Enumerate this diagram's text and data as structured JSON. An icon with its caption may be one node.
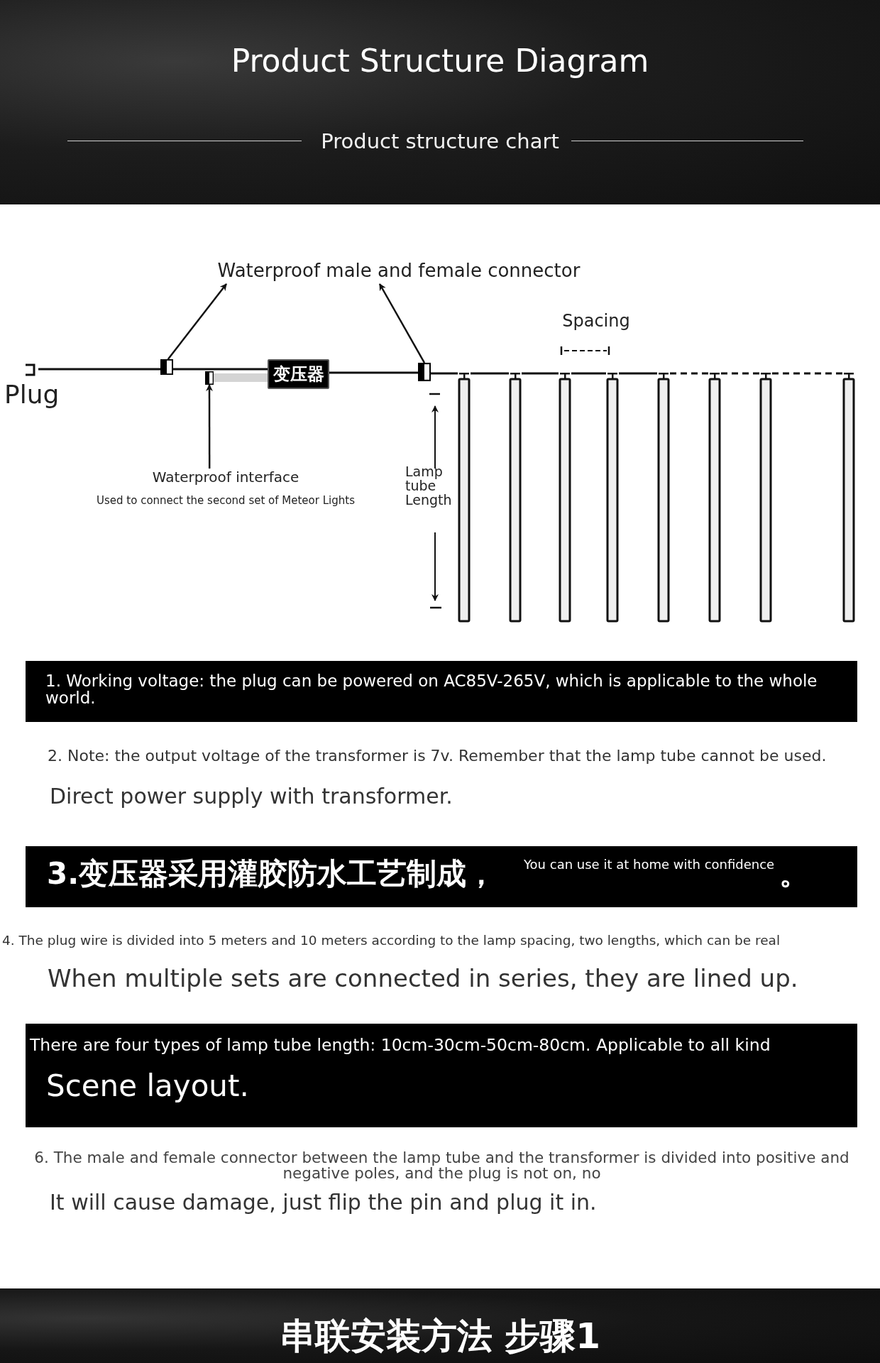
{
  "diagram": {
    "title": "Product Structure Diagram",
    "nodes": [
      {
        "text": [
          "Waterproof male and female connector"
        ]
      },
      {
        "text": [],
        "shape": "box"
      },
      {
        "text": [],
        "shape": "box"
      },
      {
        "text": [
          "变压器"
        ]
      },
      {
        "text": [],
        "shape": "box"
      },
      {
        "text": [
          "Waterproof interface",
          "Used to connect the second set of Meteor Lights"
        ]
      },
      {
        "text": [
          "Plug"
        ]
      },
      {
        "text": [],
        "shape": "bar"
      },
      {
        "text": [],
        "shape": "bar"
      },
      {
        "text": [],
        "shape": "bar"
      },
      {
        "text": [],
        "shape": "bar"
      },
      {
        "text": [],
        "shape": "bar"
      },
      {
        "text": [],
        "shape": "bar"
      },
      {
        "text": [],
        "shape": "bar"
      },
      {
        "text": [],
        "shape": "bar"
      }
    ],
    "edges": [
      {
        "from": 1,
        "to": 0,
        "arrow": "to"
      },
      {
        "from": 2,
        "to": 0,
        "arrow": "to"
      },
      {
        "from": 5,
        "to": 4,
        "arrow": "to"
      },
      {
        "from": 6,
        "to": 1,
        "arrow": "none"
      },
      {
        "from": 1,
        "to": 3,
        "arrow": "none"
      },
      {
        "from": 4,
        "to": 3,
        "arrow": "none",
        "style": "thick",
        "color": "#d4d4d4"
      },
      {
        "from": 3,
        "to": 2,
        "arrow": "none"
      },
      {
        "from": 2,
        "to": 7,
        "arrow": "none"
      },
      {
        "from": 7,
        "to": 8,
        "arrow": "none"
      },
      {
        "from": 8,
        "to": 9,
        "arrow": "none"
      },
      {
        "from": 9,
        "to": 10,
        "arrow": "none"
      },
      {
        "from": 10,
        "to": 11,
        "arrow": "none"
      },
      {
        "from": 11,
        "to": 12,
        "arrow": "none",
        "style": "dashed"
      },
      {
        "from": 12,
        "to": 13,
        "arrow": "none",
        "style": "dashed"
      },
      {
        "from": 13,
        "to": 14,
        "arrow": "none",
        "style": "dashed"
      }
    ],
    "labels": [
      "Product structure chart",
      "Spacing",
      "Lamp tube Length",
      "1. Working voltage: the plug can be powered on AC85V-265V, which is applicable to the whole world.",
      "2. Note: the output voltage of the transformer is 7v. Remember that the lamp tube cannot be used.",
      "Direct power supply with transformer.",
      "3.变压器采用灌胶防水工艺制成，",
      "You can use it at home with confidence",
      "。",
      "4. The plug wire is divided into 5 meters and 10 meters according to the lamp spacing, two lengths, which can be real",
      "When multiple sets are connected in series, they are lined up.",
      "There are four types of lamp tube length: 10cm-30cm-50cm-80cm. Applicable to all kind",
      "Scene layout.",
      "6. The male and female connector between the lamp tube and the transformer is divided into positive and negative poles, and the plug is not on, no",
      "It will cause damage, just flip the pin and plug it in.",
      "串联安装方法 步骤1"
    ]
  }
}
